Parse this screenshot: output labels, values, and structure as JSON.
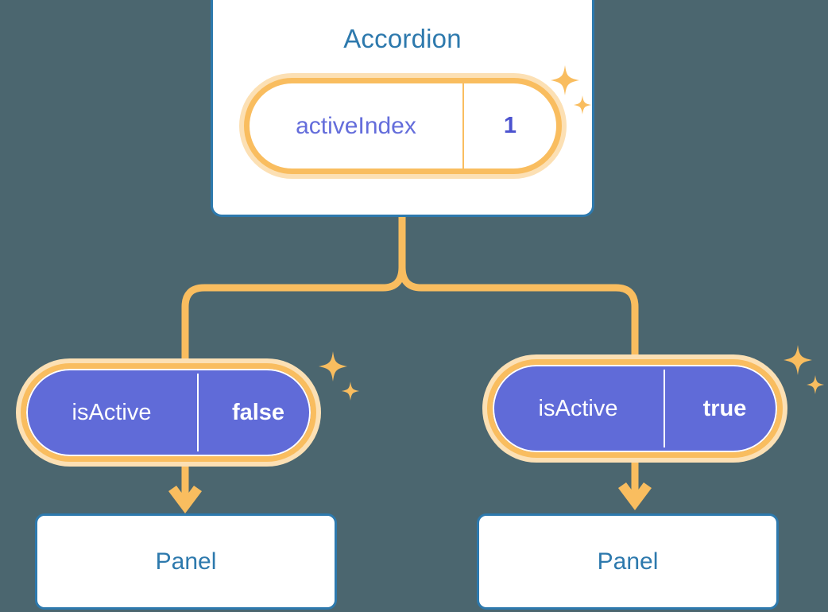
{
  "diagram": {
    "title_node": {
      "label": "Accordion",
      "state": {
        "key": "activeIndex",
        "value": "1"
      }
    },
    "branches": [
      {
        "state": {
          "key": "isActive",
          "value": "false"
        },
        "child": {
          "label": "Panel"
        }
      },
      {
        "state": {
          "key": "isActive",
          "value": "true"
        },
        "child": {
          "label": "Panel"
        }
      }
    ],
    "icons": {
      "sparkle": "sparkle-icon",
      "arrow": "arrow-down-icon",
      "branch": "branch-connector-icon"
    },
    "colors": {
      "background": "#4b666f",
      "card_border": "#2d79ad",
      "title_text": "#2d79ad",
      "pill_ring": "#f9bd5f",
      "pill_halo": "#fce0b4",
      "pill_fill_purple": "#606bd8",
      "state_text_purple": "#646ddb",
      "state_value_purple": "#4b52cf",
      "state_text_white": "#ffffff",
      "connector": "#f9bd5f"
    }
  }
}
